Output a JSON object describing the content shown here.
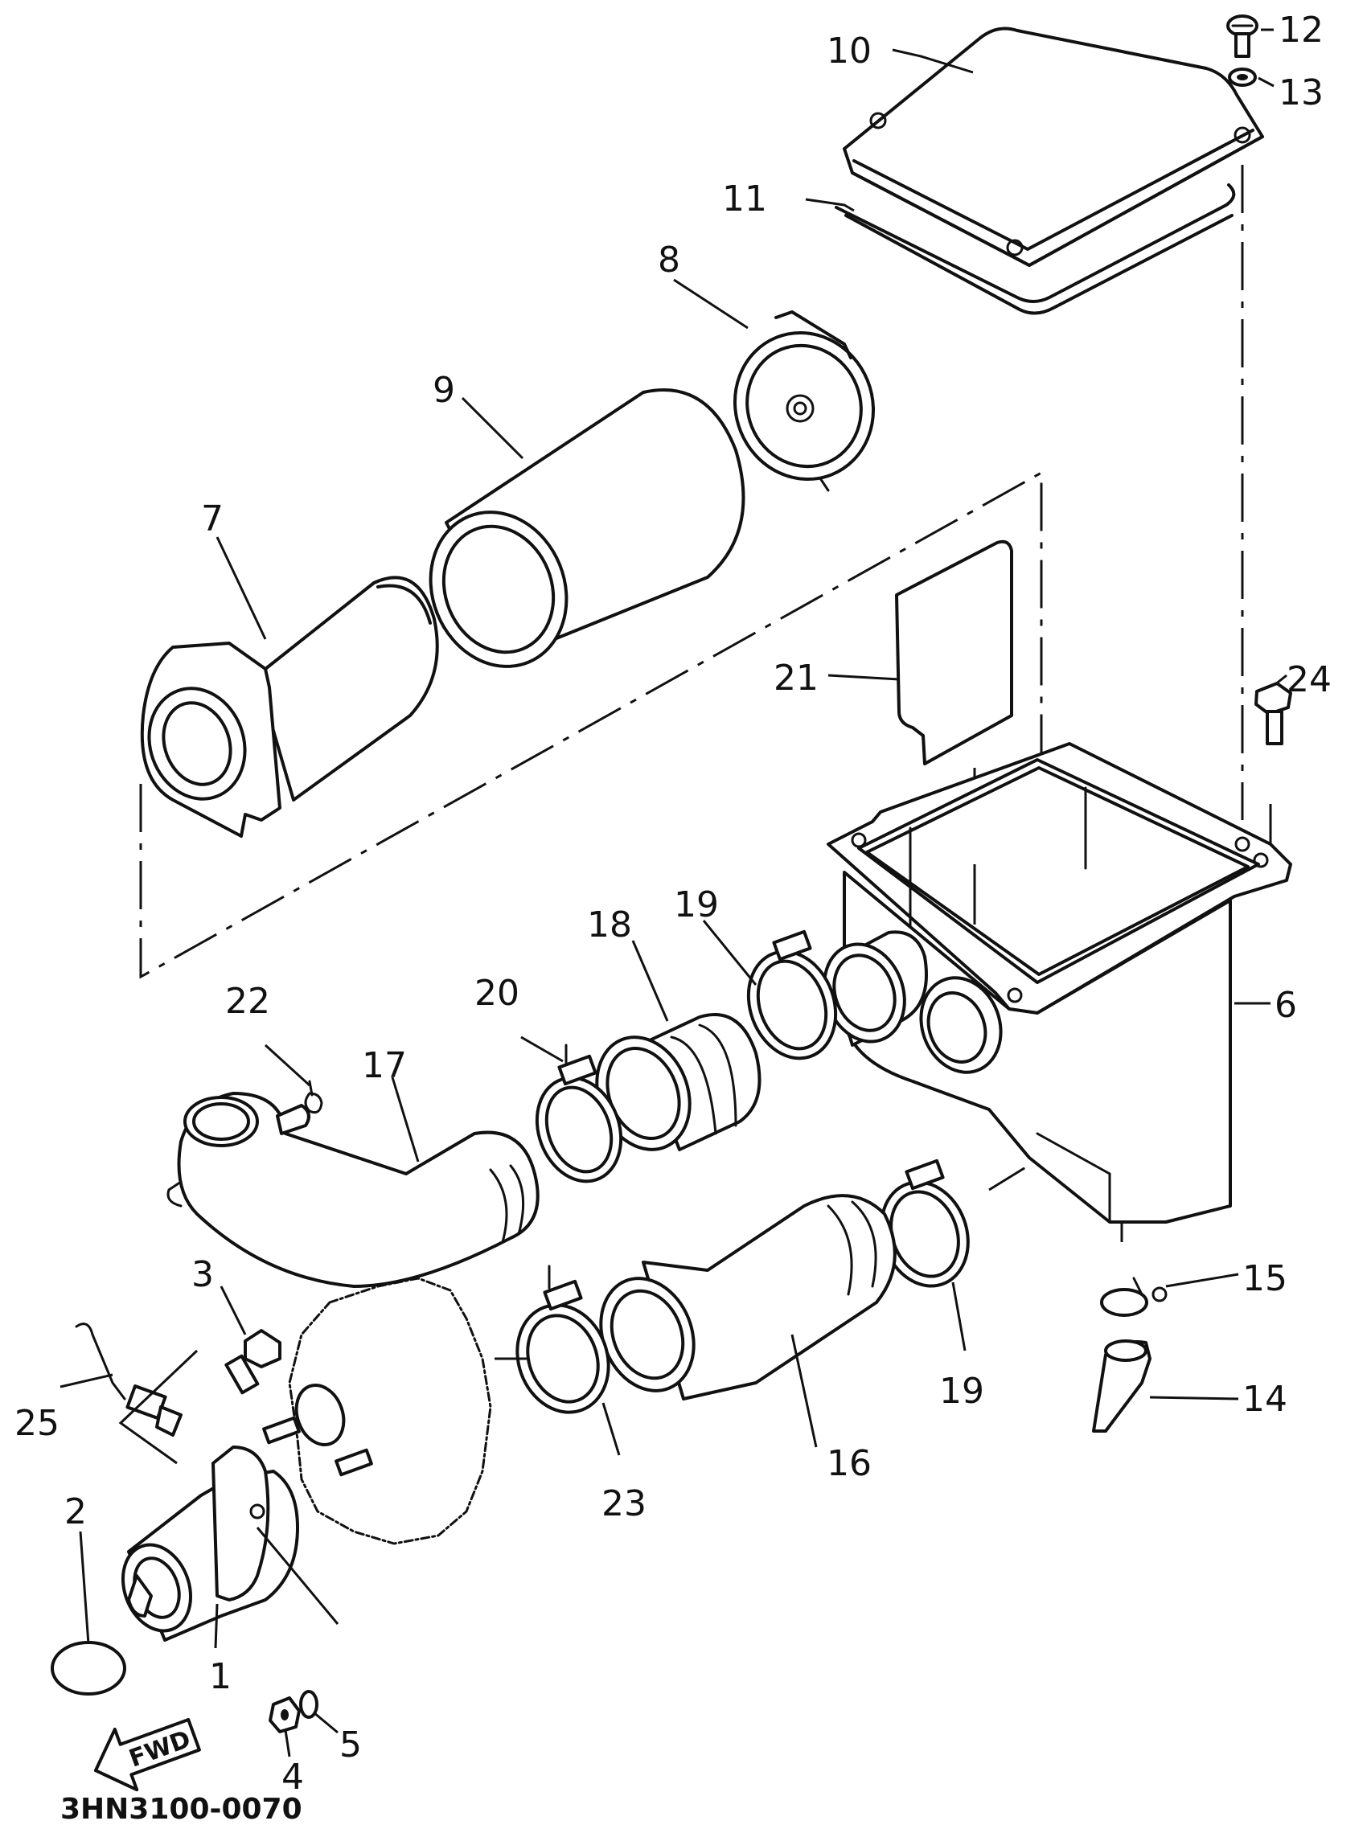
{
  "figure_ref": "3HN3100-0070",
  "fwd_arrow_label": "FWD",
  "parts": [
    {
      "no": "1"
    },
    {
      "no": "2"
    },
    {
      "no": "3"
    },
    {
      "no": "4"
    },
    {
      "no": "5"
    },
    {
      "no": "6"
    },
    {
      "no": "7"
    },
    {
      "no": "8"
    },
    {
      "no": "9"
    },
    {
      "no": "10"
    },
    {
      "no": "11"
    },
    {
      "no": "12"
    },
    {
      "no": "13"
    },
    {
      "no": "14"
    },
    {
      "no": "15"
    },
    {
      "no": "16"
    },
    {
      "no": "17"
    },
    {
      "no": "18"
    },
    {
      "no": "19"
    },
    {
      "no": "19"
    },
    {
      "no": "20"
    },
    {
      "no": "21"
    },
    {
      "no": "22"
    },
    {
      "no": "23"
    },
    {
      "no": "24"
    },
    {
      "no": "25"
    }
  ]
}
